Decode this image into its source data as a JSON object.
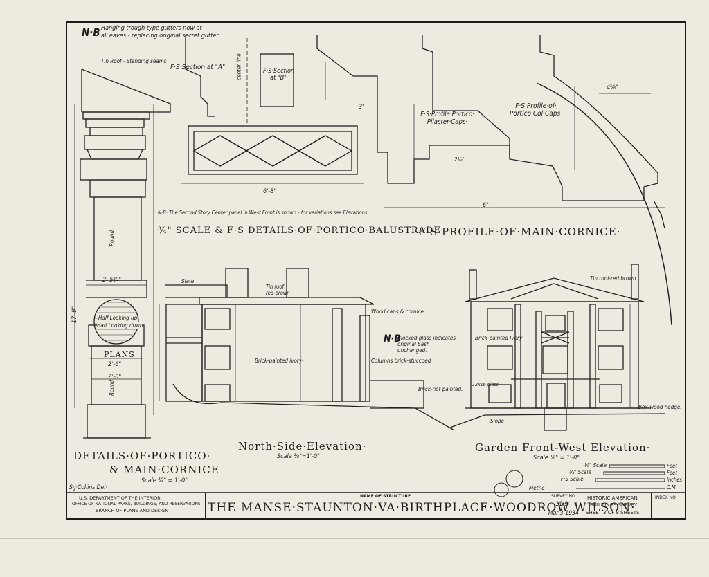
{
  "notes": {
    "nb_top_1": "N·B",
    "nb_top_2": "Hanging trough type gutters now at",
    "nb_top_3": "all eaves - replacing original secret gutter",
    "tin_roof_standing": "Tin Roof - Standing seams",
    "section_a": "F·S·Section at \"A\"",
    "section_b": "F·S·Section at \"B\"",
    "center_line": "center line",
    "nb_balustrade": "N·B· The Second Story Center panel in West Front is shown - for variations see Elevations",
    "pilaster_caps": "F·S·Profile·Portico· Pilaster·Caps·",
    "col_caps": "F·S·Profile·of· Portico·Col·Caps·",
    "nb_blocked_1": "N·B",
    "nb_blocked_2": "Blocked glass indicates original Sash unchanged.",
    "half_up": "Half Looking up",
    "half_down": "Half Looking down",
    "round_1": "Round",
    "round_2": "Round",
    "plans": "PLANS"
  },
  "titles": {
    "balustrade": "¾\" SCALE & F·S DETAILS·OF·PORTICO·BALUSTRADE",
    "cornice": "·F·S·PROFILE·OF·MAIN·CORNICE·",
    "north": "North·Side·Elevation·",
    "north_scale": "Scale ⅛\"=1'-0\"",
    "garden": "Garden Front-West Elevation·",
    "garden_scale": "Scale ⅛\" = 1'-0\"",
    "portico_1": "DETAILS·OF·PORTICO·",
    "portico_2": "& MAIN·CORNICE",
    "portico_scale": "Scale ¾\" = 1'-0\""
  },
  "labels": {
    "slate": "Slate",
    "tin_roof_n": "Tin roof red-brown",
    "wood_caps": "Wood caps & cornice",
    "brick_ivory": "Brick-painted ivory-",
    "columns_brick": "Columns brick-stuccoed",
    "brick_not": "Brick-not painted.",
    "tin_roof_g": "Tin roof-red brown",
    "brick_ivory_g": "Brick-painted Ivory",
    "boxwood": "Box-wood hedge.",
    "slope": "Slope",
    "glass": "12x16 glass"
  },
  "dims": {
    "d_68": "6'-8\"",
    "d_6": "6\"",
    "d_3": "3\"",
    "d_458": "4⅝\"",
    "d_234": "2'-5¾\"",
    "d_26": "2'-6\"",
    "d_20": "2'-0\"",
    "d_1710": "17'-9\"",
    "d_214": "2¼\""
  },
  "scales": {
    "eighth": "⅛\" Scale",
    "three_q": "¾\" Scale",
    "fs": "F·S Scale",
    "metric": "Metric",
    "feet": "Feet",
    "feet2": "Feet",
    "inches": "Inches",
    "cm": "C.M."
  },
  "title_block": {
    "del": "S·J·Collins·Del·",
    "agency_1": "U.S. DEPARTMENT OF THE INTERIOR",
    "agency_2": "OFFICE OF NATIONAL PARKS, BUILDINGS, AND RESERVATIONS",
    "agency_3": "BRANCH OF PLANS AND DESIGN",
    "name_label": "NAME OF STRUCTURE",
    "structure": "THE MANSE·STAUNTON·VA·BIRTHPLACE·WOODROW WILSON·",
    "survey_label": "SURVEY NO.",
    "survey_no": "11-9-",
    "date": "Mar-3-1934",
    "habs_1": "HISTORIC AMERICAN",
    "habs_2": "BUILDINGS SURVEY",
    "sheet": "SHEET 3 OF 8 SHEETS",
    "index_label": "INDEX NO."
  }
}
